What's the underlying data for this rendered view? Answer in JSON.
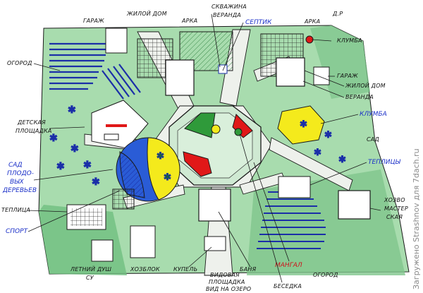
{
  "plan": {
    "labels": {
      "garazh_top": "ГАРАЖ",
      "house_top": "ЖИЛОЙ ДОМ",
      "arka_top": "АРКА",
      "skvazhina": "СКВАЖИНА",
      "veranda_top": "ВЕРАНДА",
      "septik": "СЕПТИК",
      "arka_right": "АРКА",
      "klumba_top": "КЛУМБА",
      "ogorod_left": "ОГОРОД",
      "garazh_right": "ГАРАЖ",
      "house_right": "ЖИЛОЙ ДОМ",
      "veranda_right": "ВЕРАНДА",
      "detskaya_1": "ДЕТСКАЯ",
      "detskaya_2": "ПЛОЩАДКА",
      "klumba_mid": "КЛУМБА",
      "sad_right": "САД",
      "sad_fruit_1": "САД",
      "sad_fruit_2": "ПЛОДО-",
      "sad_fruit_3": "ВЫХ",
      "sad_fruit_4": "ДЕРЕВЬЕВ",
      "teplitsy": "ТЕПЛИЦЫ",
      "teplitsa": "ТЕПЛИЦА",
      "sport": "СПОРТ",
      "hoz_1": "ХОЗВО",
      "hoz_2": "МАСТЕР",
      "hoz_3": "СКАЯ",
      "dush_1": "ЛЕТНИЙ ДУШ",
      "dush_2": "СУ",
      "hozblok": "ХОЗБЛОК",
      "kupel": "КУПЕЛЬ",
      "vid_1": "ВИДОВАЯ",
      "vid_2": "ПЛОЩАДКА",
      "vid_3": "ВИД НА ОЗЕРО",
      "banya": "БАНЯ",
      "mangal": "МАНГАЛ",
      "besedka": "БЕСЕДКА",
      "ogorod_bottom": "ОГОРОД",
      "dr": "Д.Р"
    },
    "watermark": "Загружено Strashnov для 7dach.ru",
    "colors": {
      "grass": "#a8dcae",
      "grass_dark": "#5fae72",
      "bed_lines": "#1b2fa8",
      "path": "#e8ece6",
      "yellow": "#f4ea1c",
      "red": "#e01818",
      "blue": "#2a5cd6",
      "green_bed": "#2f9a3a",
      "ink": "#1b1b1b",
      "label_blue": "#1a2fc8"
    }
  }
}
